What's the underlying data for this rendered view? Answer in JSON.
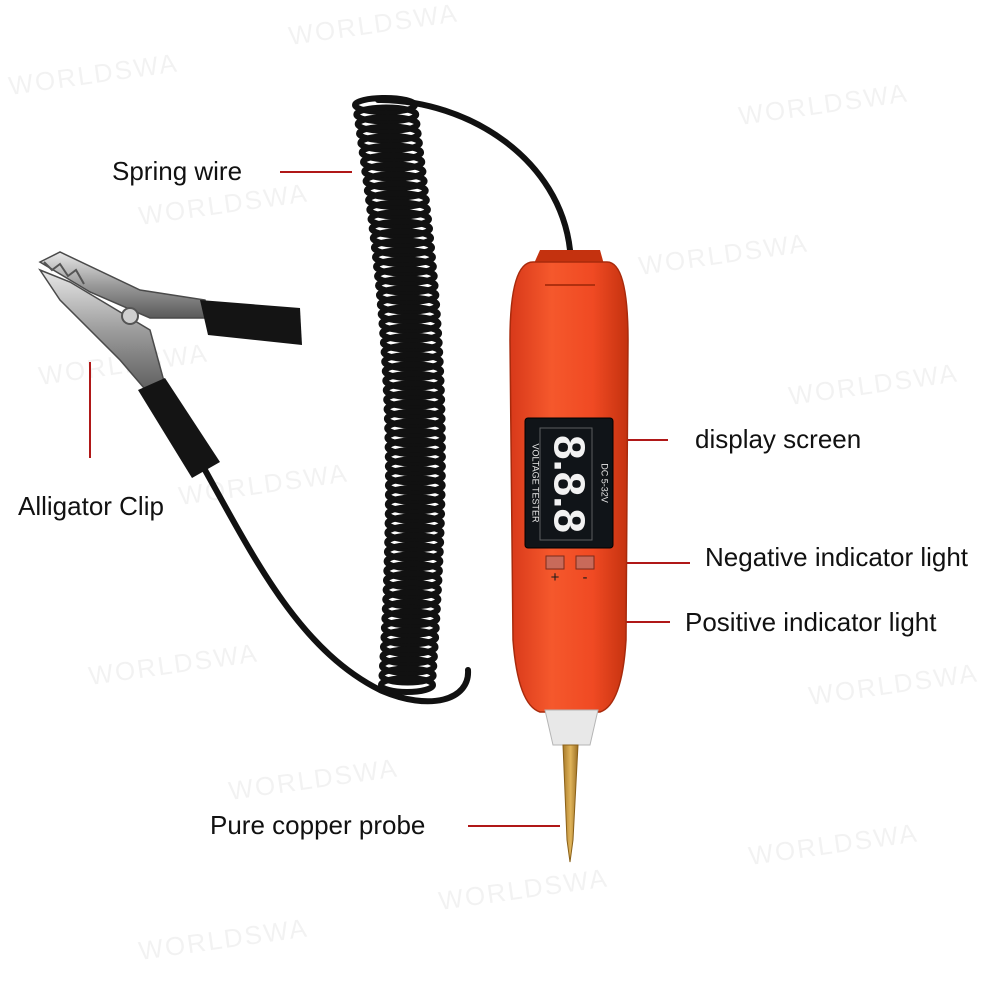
{
  "labels": {
    "spring_wire": "Spring wire",
    "alligator_clip": "Alligator Clip",
    "display_screen": "display screen",
    "negative_indicator": "Negative indicator light",
    "positive_indicator": "Positive indicator light",
    "copper_probe": "Pure copper probe"
  },
  "device": {
    "model_text": "VOLTAGE TESTER",
    "range_text": "DC 5-32V",
    "display_digits": "8.8.8",
    "plus_symbol": "+",
    "minus_symbol": "-"
  },
  "watermark": "WORLDSWA",
  "colors": {
    "body": "#f04a23",
    "callout_line": "#b01818",
    "cable": "#111111",
    "probe": "#c89a3a",
    "lcd": "#101418",
    "segments": "#f2f2f2"
  }
}
